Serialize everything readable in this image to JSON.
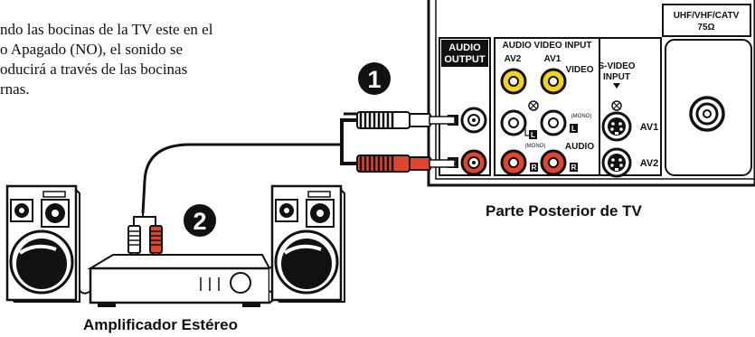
{
  "instruction": {
    "lines": [
      "ndo las bocinas de la TV este en el",
      "o Apagado (NO), el sonido se",
      "oducirá a través de las bocinas",
      "rnas."
    ]
  },
  "captions": {
    "tv_back": "Parte Posterior de TV",
    "amplifier": "Amplificador Estéreo"
  },
  "steps": {
    "one": "1",
    "two": "2"
  },
  "tv_panel": {
    "audio_output_line1": "AUDIO",
    "audio_output_line2": "OUTPUT",
    "audio_video_input": "AUDIO VIDEO INPUT",
    "av2": "AV2",
    "av1": "AV1",
    "video": "VIDEO",
    "mono_top": "(MONO)",
    "mono_bottom": "(MONO)",
    "audio": "AUDIO",
    "svideo_line1": "S-VIDEO",
    "svideo_line2": "INPUT",
    "svideo_av1": "AV1",
    "svideo_av2": "AV2",
    "uhf_line1": "UHF/VHF/CATV",
    "uhf_line2": "75Ω",
    "jack_left": "L",
    "jack_right": "R"
  },
  "colors": {
    "red_jack": "#e0452f",
    "yellow_jack": "#f2d21b",
    "ink": "#111111"
  }
}
